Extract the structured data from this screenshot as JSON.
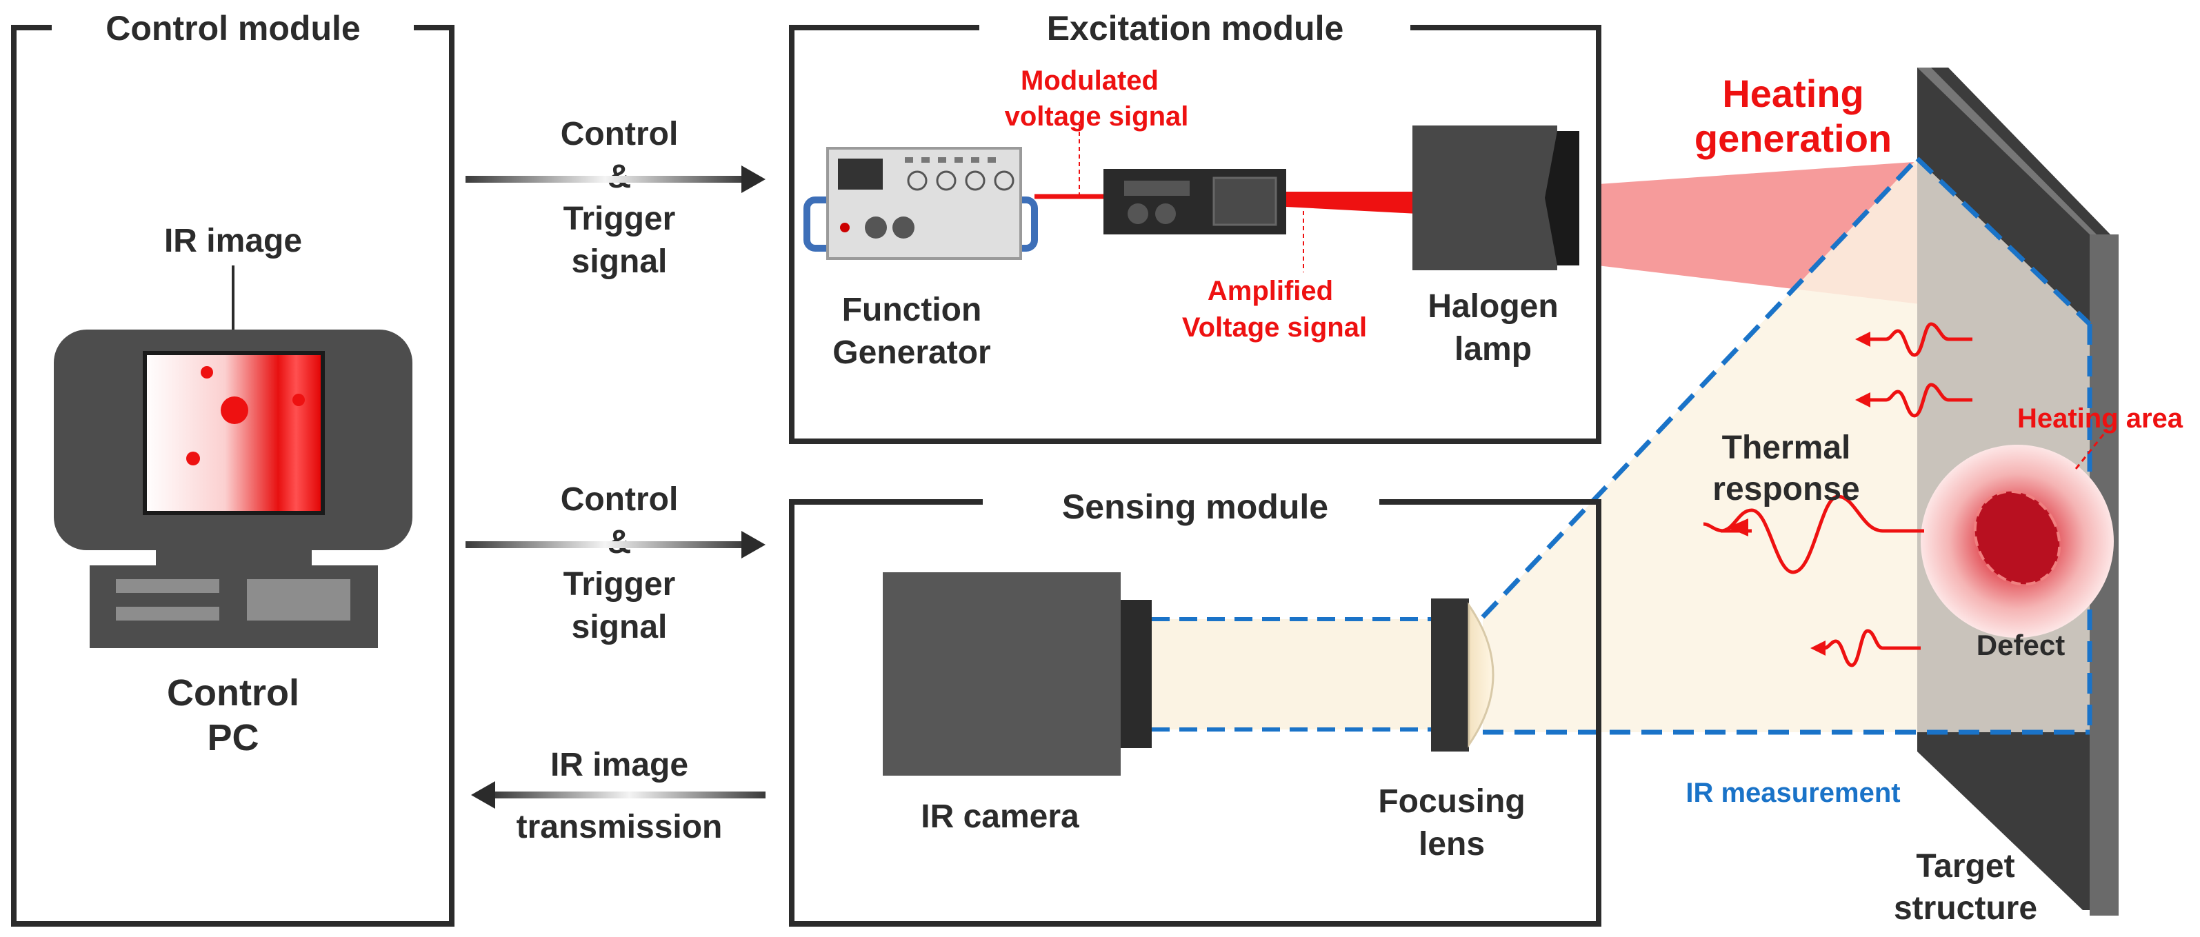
{
  "modules": {
    "control": "Control module",
    "excitation": "Excitation module",
    "sensing": "Sensing module"
  },
  "signals": {
    "top": [
      "Control",
      "&",
      "Trigger",
      "signal"
    ],
    "middle": [
      "Control",
      "&",
      "Trigger",
      "signal"
    ],
    "bottom": [
      "IR image",
      "transmission"
    ]
  },
  "labels": {
    "ir_image": "IR image",
    "control_pc": [
      "Control",
      "PC"
    ],
    "function_generator": [
      "Function",
      "Generator"
    ],
    "modulated": [
      "Modulated",
      "voltage signal"
    ],
    "amplified": [
      "Amplified",
      "Voltage signal"
    ],
    "halogen": [
      "Halogen",
      "lamp"
    ],
    "heating_generation": [
      "Heating",
      "generation"
    ],
    "heating_area": "Heating area",
    "thermal_response": [
      "Thermal",
      "response"
    ],
    "defect": "Defect",
    "ir_camera": "IR camera",
    "focusing_lens": [
      "Focusing",
      "lens"
    ],
    "ir_measurement": "IR measurement",
    "target_structure": [
      "Target",
      "structure"
    ]
  },
  "colors": {
    "text": "#2b2b2b",
    "signal_red": "#ee1111",
    "measure_blue": "#1a73c8",
    "dark_gray": "#4a4a4a",
    "beam": "#f58a8a"
  }
}
